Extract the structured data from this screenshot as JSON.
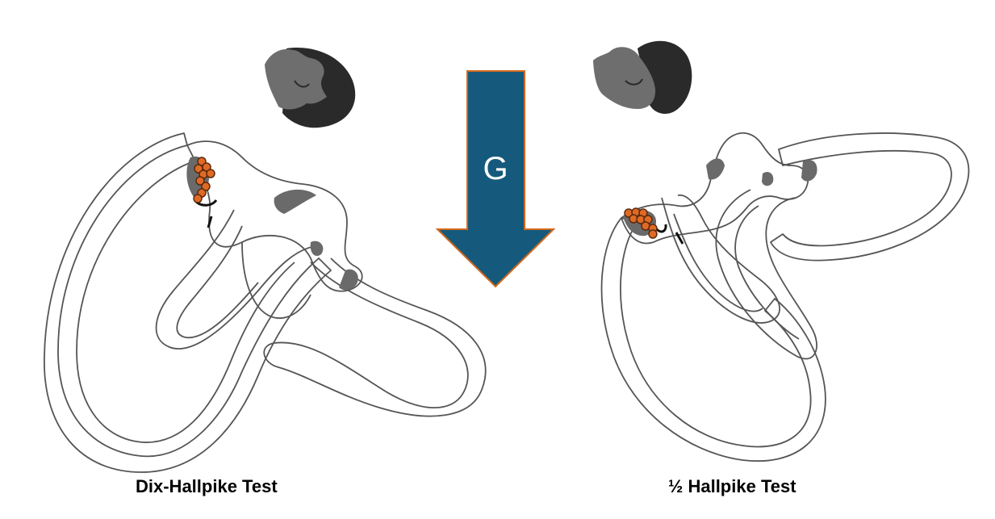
{
  "captions": {
    "left": "Dix-Hallpike Test",
    "right": "½ Hallpike Test"
  },
  "gravity_arrow": {
    "label": "G",
    "fill_color": "#155a7c",
    "outline_color": "#d2691e"
  },
  "colors": {
    "otoconia_fill": "#e06a23",
    "otoconia_stroke": "#5a2a10",
    "canal_stroke": "#555555",
    "head_skin": "#6e6e6e",
    "hair": "#2a2a2a",
    "cupula_shadow": "#6a6a6a"
  },
  "icons": {
    "left_head": "supine-head-icon",
    "right_head": "supine-head-icon"
  }
}
